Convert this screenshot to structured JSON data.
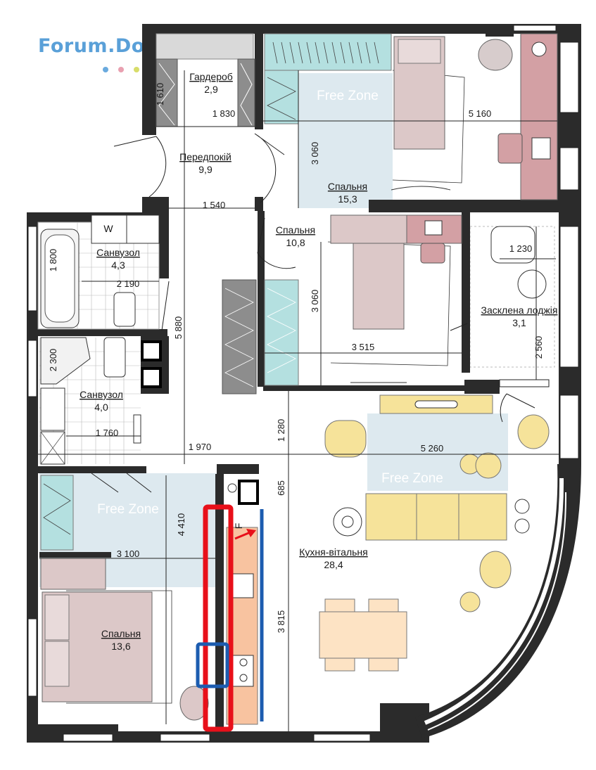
{
  "watermark": {
    "text": "Forum.Domik.ua",
    "dots": [
      "#6aaade",
      "#e9a0b0",
      "#d8dd6a",
      "#6aaade"
    ]
  },
  "rooms": {
    "wardrobe": {
      "name": "Гардероб",
      "area": "2,9"
    },
    "hall": {
      "name": "Передпокій",
      "area": "9,9"
    },
    "bedroom1": {
      "name": "Спальня",
      "area": "15,3"
    },
    "bedroom2": {
      "name": "Спальня",
      "area": "10,8"
    },
    "bath1": {
      "name": "Санвузол",
      "area": "4,3"
    },
    "bath2": {
      "name": "Санвузол",
      "area": "4,0"
    },
    "loggia": {
      "name": "Засклена лоджія",
      "area": "3,1"
    },
    "kitchen": {
      "name": "Кухня-вітальня",
      "area": "28,4"
    },
    "bedroom3": {
      "name": "Спальня",
      "area": "13,6"
    }
  },
  "free_zone": "Free Zone",
  "washer_label": "W",
  "fridge_label": "F",
  "dims": {
    "d1610": "1 610",
    "d1830": "1 830",
    "d5160": "5 160",
    "d3060a": "3 060",
    "d1540": "1 540",
    "d1800": "1 800",
    "d2190": "2 190",
    "d230": "1 230",
    "d3060b": "3 060",
    "d5880": "5 880",
    "d3515": "3 515",
    "d2560": "2 560",
    "d2300": "2 300",
    "d1760": "1 760",
    "d1280": "1 280",
    "d1970": "1 970",
    "d5260": "5 260",
    "d685": "685",
    "d4410": "4 410",
    "d3100": "3 100",
    "d3815": "3 815"
  },
  "colors": {
    "wall": "#2b2b2b",
    "free_zone": "#dde9ef",
    "kitchen_counter": "#f8c3a0",
    "sofa": "#f6e39a",
    "bed_pink": "#dcc8c8",
    "desk_rose": "#d3a0a4",
    "wardrobe_teal": "#b4e0e0",
    "wardrobe_gray": "#8d8d8d",
    "table_peach": "#fde3c4",
    "highlight_red": "#e8101a",
    "highlight_blue": "#1c5cb0"
  }
}
